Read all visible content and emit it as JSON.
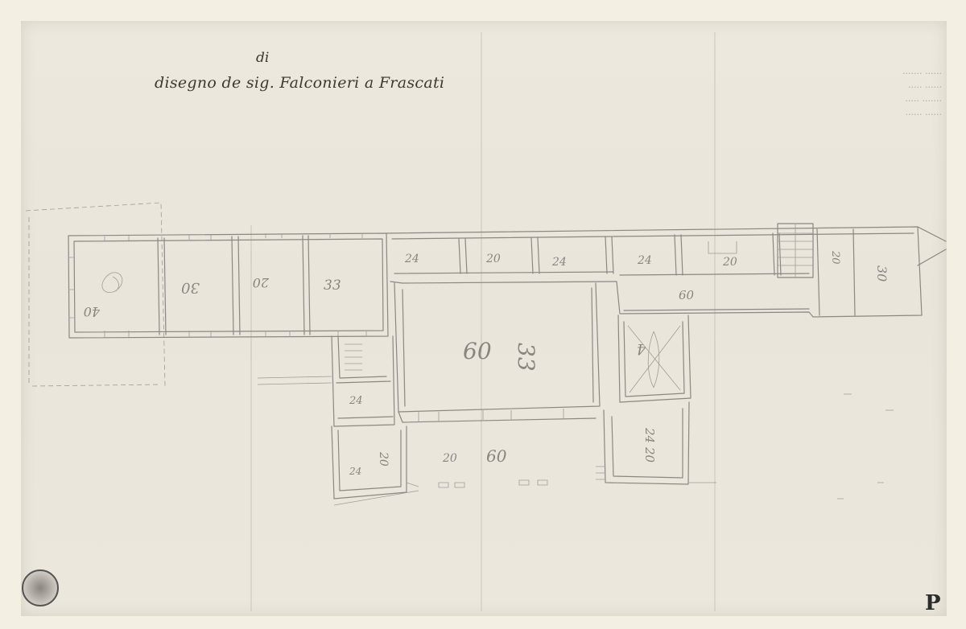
{
  "inscription": {
    "superscript": "di",
    "title": "disegno de sig. Falconieri a Frascati"
  },
  "bleed_through_text": [
    "....... ......",
    "..... ......",
    "..... .......",
    "...... ......"
  ],
  "room_labels": [
    "40",
    "30",
    "20",
    "33",
    "24",
    "20",
    "24",
    "24",
    "20",
    "20",
    "30",
    "60",
    "60",
    "33",
    "24",
    "24",
    "20",
    "60",
    "20",
    "20",
    "24",
    "4"
  ],
  "page_mark": "P",
  "stamp": "collector-stamp",
  "colors": {
    "paper": "#ece8de",
    "pencil": "#8c8781",
    "ink": "#3f3a33",
    "mount": "#f3efe2"
  }
}
